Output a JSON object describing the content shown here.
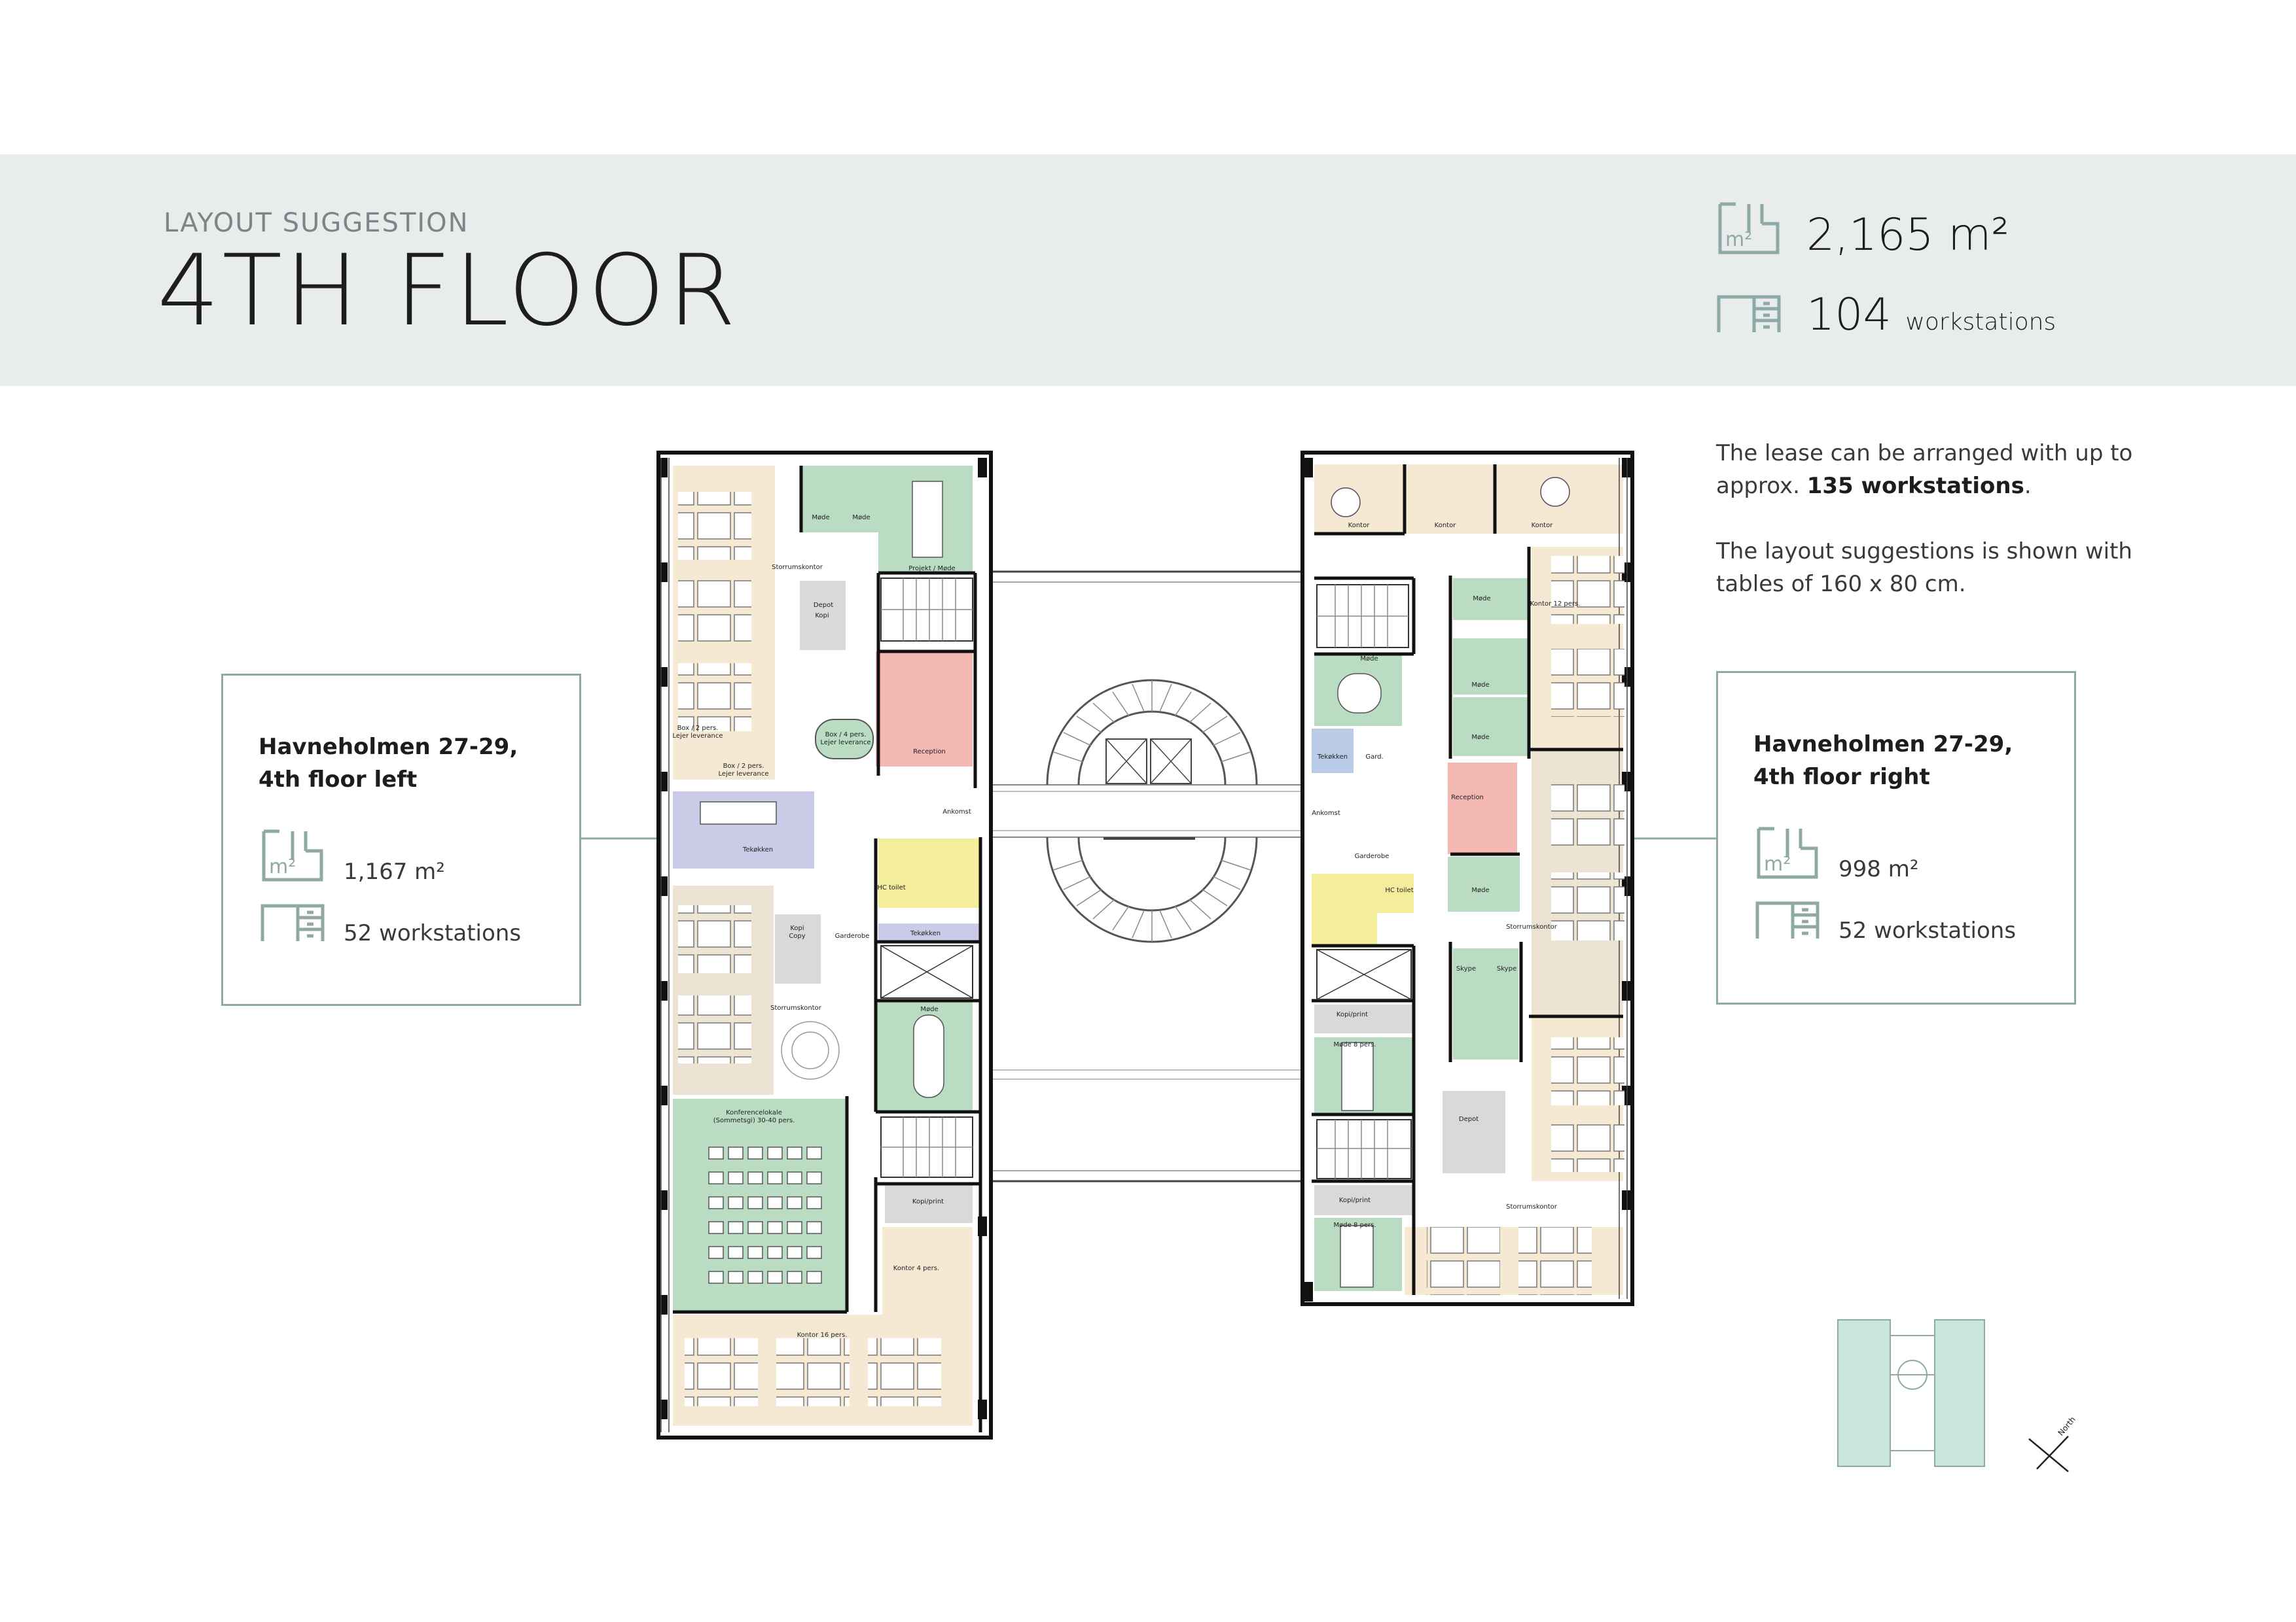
{
  "header": {
    "kicker": "LAYOUT SUGGESTION",
    "title": "4TH FLOOR",
    "area": "2,165 m²",
    "workstations_count": "104",
    "workstations_unit": "workstations"
  },
  "note": {
    "line1": "The lease can be arranged with up to",
    "line2_pre": "approx. ",
    "line2_bold": "135 workstations",
    "line2_post": ".",
    "line3": "The layout suggestions is shown with",
    "line4": "tables of 160 x 80 cm."
  },
  "left_card": {
    "title_line1": "Havneholmen 27-29,",
    "title_line2": "4th floor left",
    "area": "1,167 m²",
    "workstations": "52 workstations"
  },
  "right_card": {
    "title_line1": "Havneholmen 27-29,",
    "title_line2": "4th floor right",
    "area": "998 m²",
    "workstations": "52 workstations"
  },
  "icons": {
    "area_icon_label": "m²"
  },
  "rooms_left": {
    "made1": "Møde",
    "made2": "Møde",
    "projekt": "Projekt / Møde",
    "storrum1": "Storrumskontor",
    "depot": "Depot",
    "kopi": "Kopi",
    "box2a": "Box / 2 pers.",
    "box2a_sub": "Lejer leverance",
    "box2b": "Box / 2 pers.",
    "box2b_sub": "Lejer leverance",
    "box4": "Box / 4 pers.",
    "box4_sub": "Lejer leverance",
    "reception": "Reception",
    "ankomst": "Ankomst",
    "tekokken1": "Tekøkken",
    "hc": "HC toilet",
    "kopi_copy1": "Kopi",
    "kopi_copy2": "Copy",
    "garderobe": "Garderobe",
    "tekokken2": "Tekøkken",
    "storrum2": "Storrumskontor",
    "made3": "Møde",
    "konf1": "Konferencelokale",
    "konf2": "(Sommetsgi) 30-40 pers.",
    "kopiprint": "Kopi/print",
    "kontor4": "Kontor 4 pers.",
    "kontor16": "Kontor 16 pers."
  },
  "rooms_right": {
    "kontor1": "Kontor",
    "kontor2": "Kontor",
    "kontor3": "Kontor",
    "made1": "Møde",
    "kontor12": "Kontor 12 pers.",
    "made2": "Møde",
    "made3": "Møde",
    "made4": "Møde",
    "tekokken": "Tekøkken",
    "gard": "Gard.",
    "reception": "Reception",
    "ankomst": "Ankomst",
    "garderobe": "Garderobe",
    "hc": "HC toilet",
    "made5": "Møde",
    "storrum1": "Storrumskontor",
    "skype1": "Skype",
    "skype2": "Skype",
    "kopiprint1": "Kopi/print",
    "made8a": "Møde 8 pers.",
    "depot": "Depot",
    "kopiprint2": "Kopi/print",
    "made8b": "Møde 8 pers.",
    "storrum2": "Storrumskontor"
  },
  "north_label": "North",
  "colors": {
    "band": "#e8ecec",
    "card_border": "#8faaa4",
    "green": "#b9dcc2",
    "beige": "#f6e9d4",
    "red": "#f4b8b3",
    "blue": "#b9cbe6",
    "lavender": "#c9cbe7",
    "yellow": "#f4ee9c",
    "grey": "#d9d9d9",
    "taupe": "#ece3d3",
    "keyplan": "#c8e6da"
  }
}
